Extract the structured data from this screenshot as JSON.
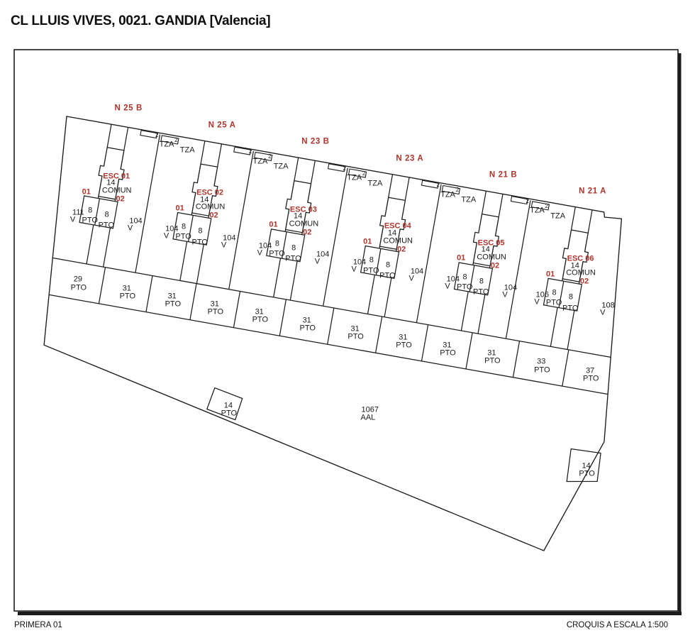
{
  "title": "CL  LLUIS VIVES, 0021. GANDIA [Valencia]",
  "footer": {
    "left": "PRIMERA 01",
    "right": "CROQUIS A ESCALA 1:500"
  },
  "colors": {
    "red": "#AE352C",
    "ink": "#1b1b1b"
  },
  "plan": {
    "sections": [
      {
        "name": "N 25 B",
        "esc": "ESC 01",
        "comun_value": "14",
        "comun": "COMUN",
        "door_left": "01",
        "door_right": "02",
        "viv_left": "111",
        "viv_right": "104",
        "unit": "V",
        "boxes": [
          {
            "value": "8",
            "label": "PTO"
          },
          {
            "value": "8",
            "label": "PTO"
          }
        ]
      },
      {
        "name": "N 25 A",
        "esc": "ESC 02",
        "comun_value": "14",
        "comun": "COMUN",
        "door_left": "01",
        "door_right": "02",
        "viv_left": "104",
        "viv_right": "104",
        "unit": "V",
        "boxes": [
          {
            "value": "8",
            "label": "PTO"
          },
          {
            "value": "8",
            "label": "PTO"
          }
        ]
      },
      {
        "name": "N 23 B",
        "esc": "ESC 03",
        "comun_value": "14",
        "comun": "COMUN",
        "door_left": "01",
        "door_right": "02",
        "viv_left": "104",
        "viv_right": "104",
        "unit": "V",
        "boxes": [
          {
            "value": "8",
            "label": "PTO"
          },
          {
            "value": "8",
            "label": "PTO"
          }
        ]
      },
      {
        "name": "N 23 A",
        "esc": "ESC 04",
        "comun_value": "14",
        "comun": "COMUN",
        "door_left": "01",
        "door_right": "02",
        "viv_left": "104",
        "viv_right": "104",
        "unit": "V",
        "boxes": [
          {
            "value": "8",
            "label": "PTO"
          },
          {
            "value": "8",
            "label": "PTO"
          }
        ]
      },
      {
        "name": "N 21 B",
        "esc": "ESC 05",
        "comun_value": "14",
        "comun": "COMUN",
        "door_left": "01",
        "door_right": "02",
        "viv_left": "104",
        "viv_right": "104",
        "unit": "V",
        "boxes": [
          {
            "value": "8",
            "label": "PTO"
          },
          {
            "value": "8",
            "label": "PTO"
          }
        ]
      },
      {
        "name": "N 21 A",
        "esc": "ESC 06",
        "comun_value": "14",
        "comun": "COMUN",
        "door_left": "01",
        "door_right": "02",
        "viv_left": "106",
        "viv_right": "108",
        "unit": "V",
        "boxes": [
          {
            "value": "8",
            "label": "PTO"
          },
          {
            "value": "8",
            "label": "PTO"
          }
        ]
      }
    ],
    "terrace": {
      "count": "2",
      "label": "TZA"
    },
    "parking_row": {
      "label": "PTO",
      "values": [
        "29",
        "31",
        "31",
        "31",
        "31",
        "31",
        "31",
        "31",
        "31",
        "31",
        "33",
        "37"
      ]
    },
    "open_area": {
      "value": "1067",
      "label": "AAL"
    },
    "extra_spots": [
      {
        "value": "14",
        "label": "PTO"
      },
      {
        "value": "14",
        "label": "PTO"
      }
    ]
  }
}
